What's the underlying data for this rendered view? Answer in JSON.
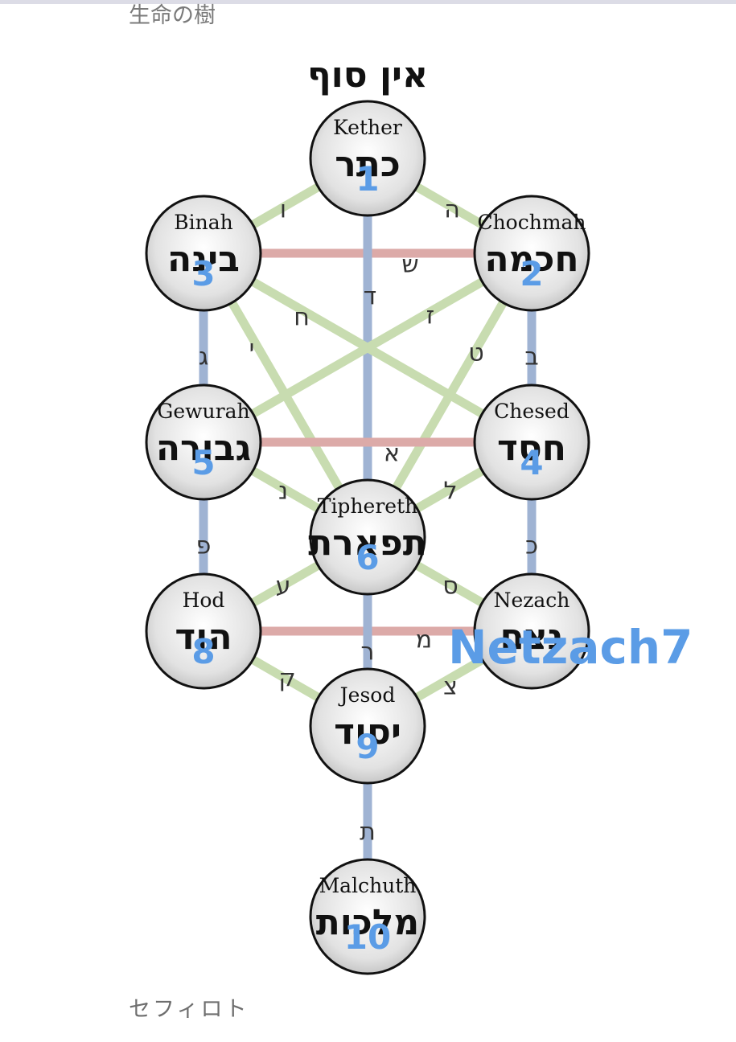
{
  "caption_top": "生命の樹",
  "caption_bottom": "セフィロト",
  "ein_sof": "אין סוף",
  "overlay_label": "Netzach7",
  "colors": {
    "pillar": "#9fb3d3",
    "horizontal": "#dcaaa8",
    "diagonal": "#c8dcb0",
    "label": "#5b9ce6"
  },
  "nodes": [
    {
      "id": "kether",
      "name": "Kether",
      "hebrew": "כתר",
      "number": "1"
    },
    {
      "id": "chochmah",
      "name": "Chochmah",
      "hebrew": "חכמה",
      "number": "2"
    },
    {
      "id": "binah",
      "name": "Binah",
      "hebrew": "בינה",
      "number": "3"
    },
    {
      "id": "chesed",
      "name": "Chesed",
      "hebrew": "חסד",
      "number": "4"
    },
    {
      "id": "gewurah",
      "name": "Gewurah",
      "hebrew": "גבורה",
      "number": "5"
    },
    {
      "id": "tiphereth",
      "name": "Tiphereth",
      "hebrew": "תפארת",
      "number": "6"
    },
    {
      "id": "nezach",
      "name": "Nezach",
      "hebrew": "נצח",
      "number": ""
    },
    {
      "id": "hod",
      "name": "Hod",
      "hebrew": "הוד",
      "number": "8"
    },
    {
      "id": "jesod",
      "name": "Jesod",
      "hebrew": "יסוד",
      "number": "9"
    },
    {
      "id": "malchuth",
      "name": "Malchuth",
      "hebrew": "מלכות",
      "number": "10"
    }
  ],
  "paths": [
    {
      "id": "kether-binah",
      "letter": "ו"
    },
    {
      "id": "kether-chochmah",
      "letter": "ה"
    },
    {
      "id": "binah-chochmah",
      "letter": "ש"
    },
    {
      "id": "kether-tiphereth",
      "letter": "ד"
    },
    {
      "id": "binah-chesed",
      "letter": "ח"
    },
    {
      "id": "chochmah-gewurah",
      "letter": "ז"
    },
    {
      "id": "binah-tiphereth",
      "letter": "י"
    },
    {
      "id": "chochmah-tiphereth",
      "letter": "ט"
    },
    {
      "id": "binah-gewurah",
      "letter": "ג"
    },
    {
      "id": "chochmah-chesed",
      "letter": "ב"
    },
    {
      "id": "gewurah-chesed",
      "letter": "א"
    },
    {
      "id": "gewurah-tiphereth",
      "letter": "נ"
    },
    {
      "id": "chesed-tiphereth",
      "letter": "ל"
    },
    {
      "id": "gewurah-hod",
      "letter": "פ"
    },
    {
      "id": "chesed-nezach",
      "letter": "כ"
    },
    {
      "id": "tiphereth-hod",
      "letter": "ע"
    },
    {
      "id": "tiphereth-nezach",
      "letter": "ס"
    },
    {
      "id": "hod-nezach",
      "letter": "מ"
    },
    {
      "id": "tiphereth-jesod",
      "letter": "ר"
    },
    {
      "id": "hod-jesod",
      "letter": "ק"
    },
    {
      "id": "nezach-jesod",
      "letter": "צ"
    },
    {
      "id": "jesod-malchuth",
      "letter": "ת"
    }
  ]
}
